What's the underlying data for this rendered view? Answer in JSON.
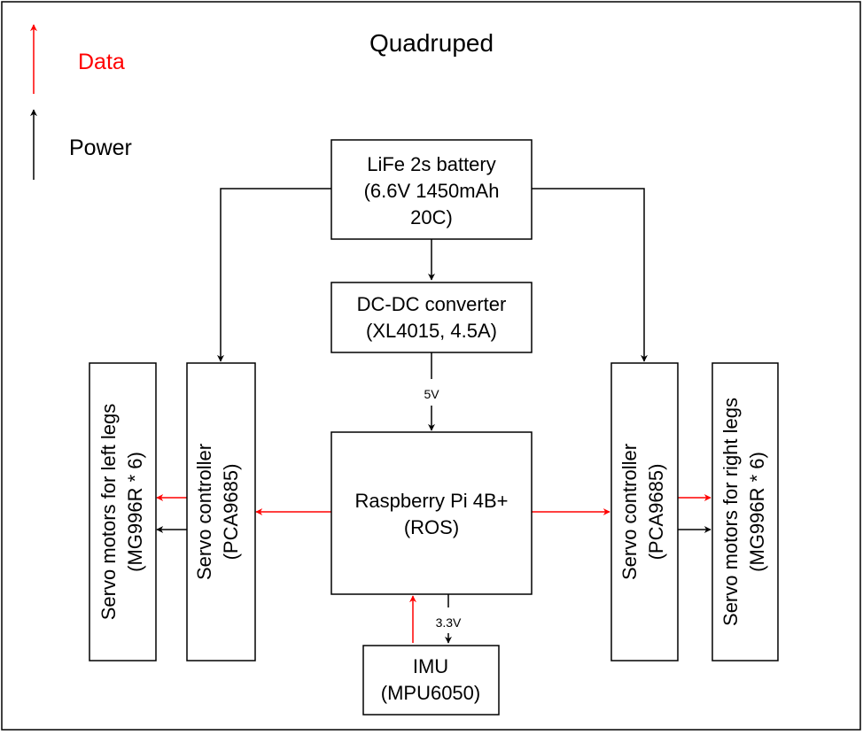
{
  "title": "Quadruped",
  "legend": {
    "data_label": "Data",
    "power_label": "Power",
    "data_color": "#ff0000",
    "power_color": "#000000"
  },
  "battery": {
    "line1": "LiFe 2s battery",
    "line2": "(6.6V 1450mAh",
    "line3": "20C)"
  },
  "converter": {
    "line1": "DC-DC converter",
    "line2": "(XL4015, 4.5A)"
  },
  "converter_output_label": "5V",
  "raspberry": {
    "line1": "Raspberry Pi 4B+",
    "line2": "(ROS)"
  },
  "imu": {
    "line1": "IMU",
    "line2": "(MPU6050)"
  },
  "imu_power_label": "3.3V",
  "left_controller": {
    "line1": "Servo controller",
    "line2": "(PCA9685)"
  },
  "right_controller": {
    "line1": "Servo controller",
    "line2": "(PCA9685)"
  },
  "left_motors": {
    "line1": "Servo motors for left legs",
    "line2": "(MG996R * 6)"
  },
  "right_motors": {
    "line1": "Servo motors for right legs",
    "line2": "(MG996R * 6)"
  }
}
